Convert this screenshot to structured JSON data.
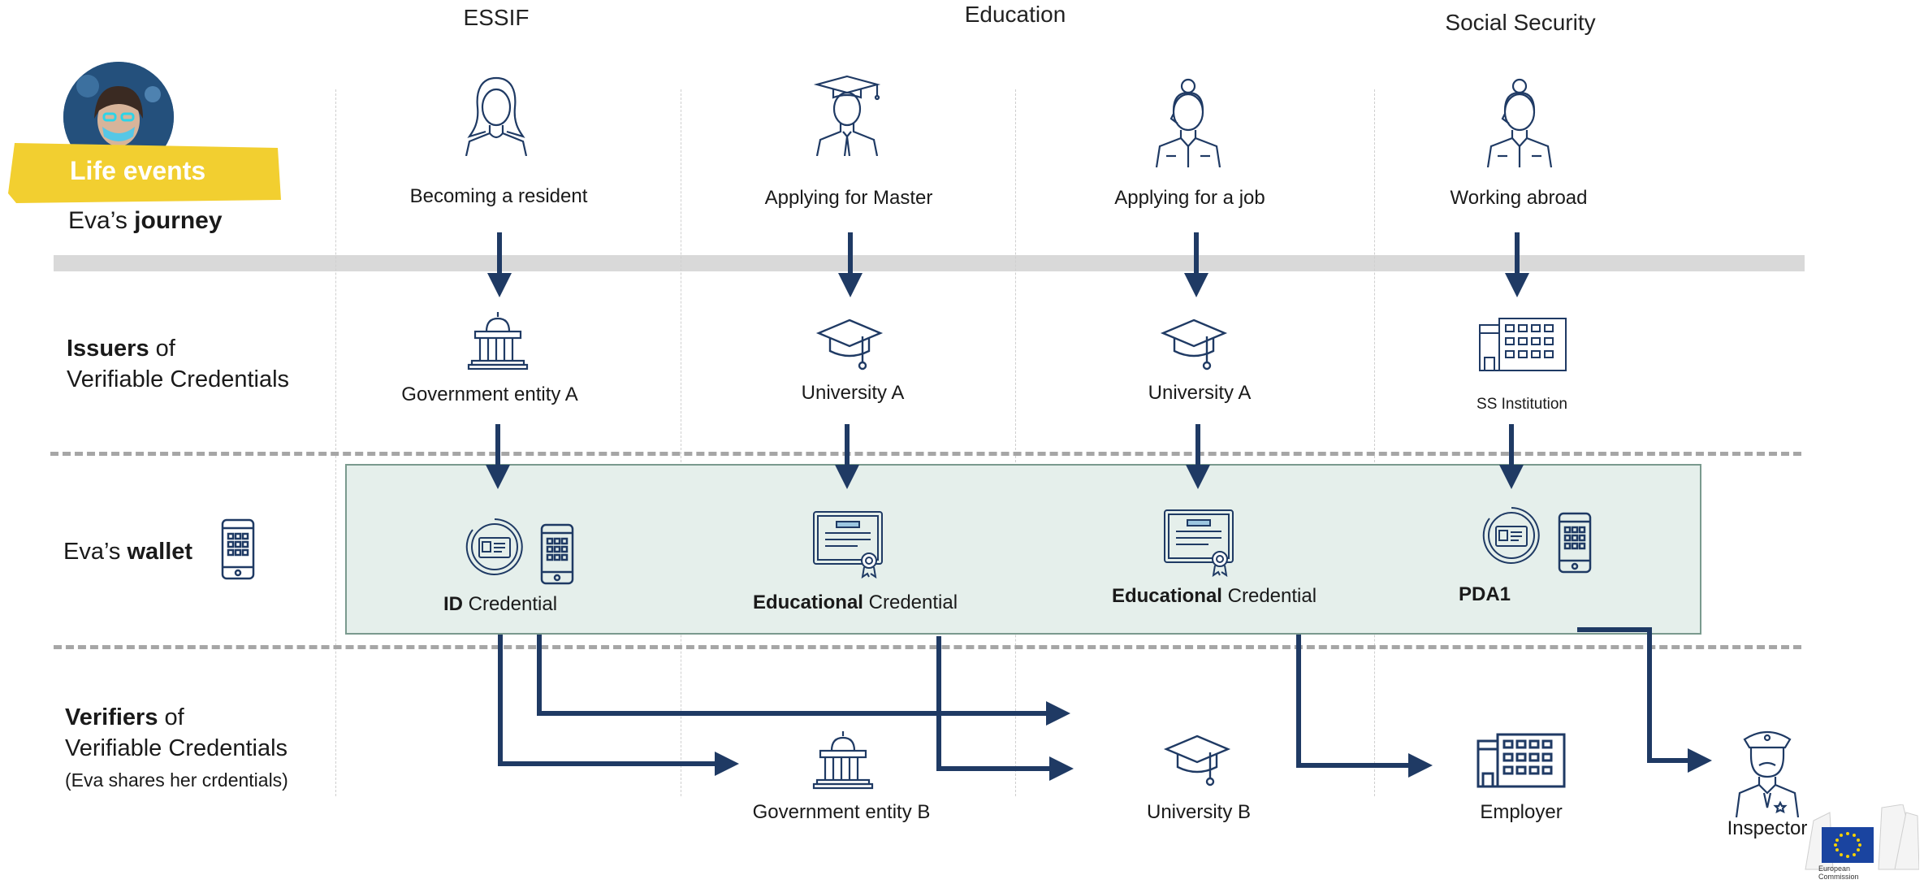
{
  "columns": {
    "essif": "ESSIF",
    "education": "Education",
    "social_security": "Social Security"
  },
  "life_events_label": "Life events",
  "journey": {
    "prefix": "Eva’s ",
    "bold": "journey"
  },
  "rows": {
    "issuers": {
      "bold": "Issuers",
      "rest": " of",
      "line2": "Verifiable Credentials"
    },
    "wallet": {
      "prefix": "Eva’s ",
      "bold": "wallet"
    },
    "verifiers": {
      "bold": "Verifiers",
      "rest": " of",
      "line2": "Verifiable Credentials",
      "line3": "(Eva shares her crdentials)"
    }
  },
  "life_events": [
    "Becoming a resident",
    "Applying for Master",
    "Applying for a job",
    "Working abroad"
  ],
  "issuers": [
    "Government entity A",
    "University A",
    "University A",
    "SS Institution"
  ],
  "wallet_credentials": [
    {
      "bold": "ID",
      "rest": " Credential"
    },
    {
      "bold": "Educational",
      "rest": " Credential"
    },
    {
      "bold": "Educational",
      "rest": " Credential"
    },
    {
      "bold": "PDA1",
      "rest": ""
    }
  ],
  "verifiers": [
    "Government entity B",
    "University B",
    "Employer",
    "Inspector"
  ],
  "eu_logo_text": "European Commission",
  "colors": {
    "accent": "#1f3a64",
    "wallet_bg": "#e5efeb",
    "banner": "#f2cf30",
    "timeline": "#d9d9d9"
  }
}
